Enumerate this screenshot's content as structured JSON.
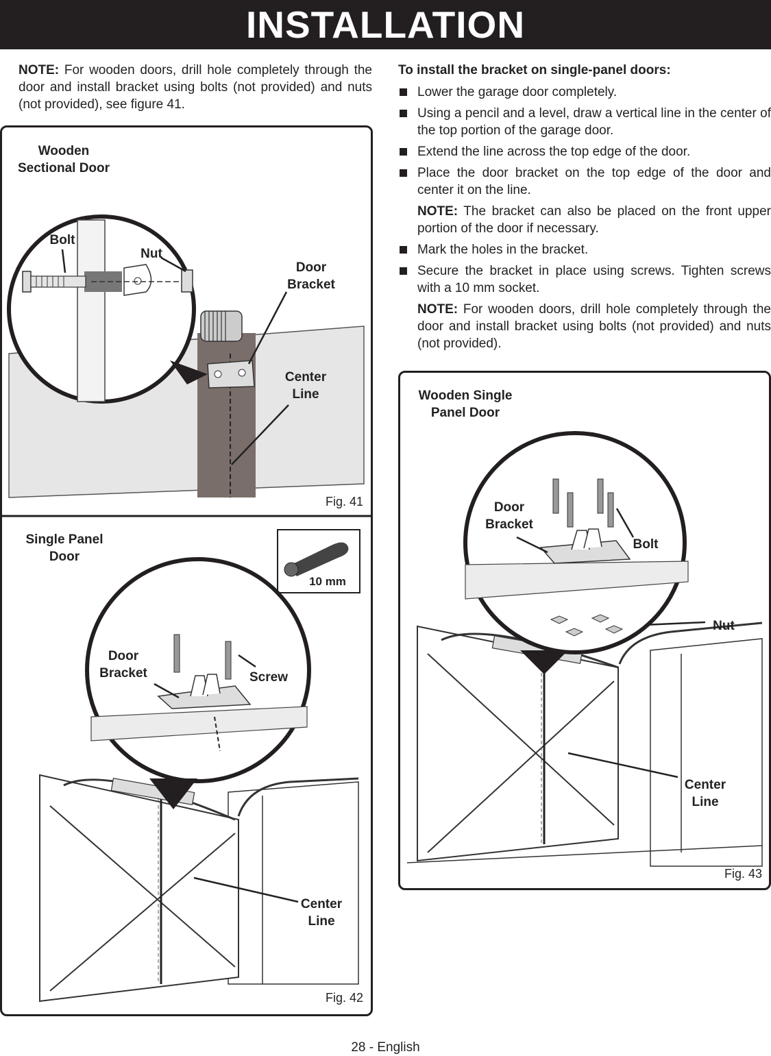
{
  "header": {
    "title": "INSTALLATION"
  },
  "left_note": {
    "label": "NOTE:",
    "text": " For wooden doors, drill hole completely through the door and install bracket using bolts (not provided) and nuts (not provided), see figure 41."
  },
  "right": {
    "heading": "To install the bracket on single-panel doors:",
    "steps": [
      "Lower the garage door completely.",
      "Using a pencil and a level, draw a vertical line in the center of the top portion of the garage door.",
      "Extend the line across the top edge of the door.",
      "Place the door bracket on the top edge of the door and center it on the line.",
      "Mark the holes in the bracket.",
      "Secure the bracket in place using screws. Tighten screws with a 10 mm socket."
    ],
    "note1": {
      "label": "NOTE:",
      "text": " The bracket can also be placed on the front upper portion of the door if necessary."
    },
    "note2": {
      "label": "NOTE:",
      "text": " For wooden doors, drill hole completely through the door and install bracket using bolts (not provided) and nuts (not provided)."
    }
  },
  "fig41": {
    "title_line1": "Wooden",
    "title_line2": "Sectional Door",
    "bolt": "Bolt",
    "nut": "Nut",
    "door_bracket_1": "Door",
    "door_bracket_2": "Bracket",
    "center_line_1": "Center",
    "center_line_2": "Line",
    "caption": "Fig. 41"
  },
  "fig42": {
    "title_line1": "Single Panel",
    "title_line2": "Door",
    "tool_size": "10 mm",
    "door_bracket_1": "Door",
    "door_bracket_2": "Bracket",
    "screw": "Screw",
    "center_line_1": "Center",
    "center_line_2": "Line",
    "caption": "Fig. 42"
  },
  "fig43": {
    "title_line1": "Wooden Single",
    "title_line2": "Panel Door",
    "door_bracket_1": "Door",
    "door_bracket_2": "Bracket",
    "bolt": "Bolt",
    "nut": "Nut",
    "center_line_1": "Center",
    "center_line_2": "Line",
    "caption": "Fig. 43"
  },
  "footer": {
    "page": "28 - English"
  }
}
